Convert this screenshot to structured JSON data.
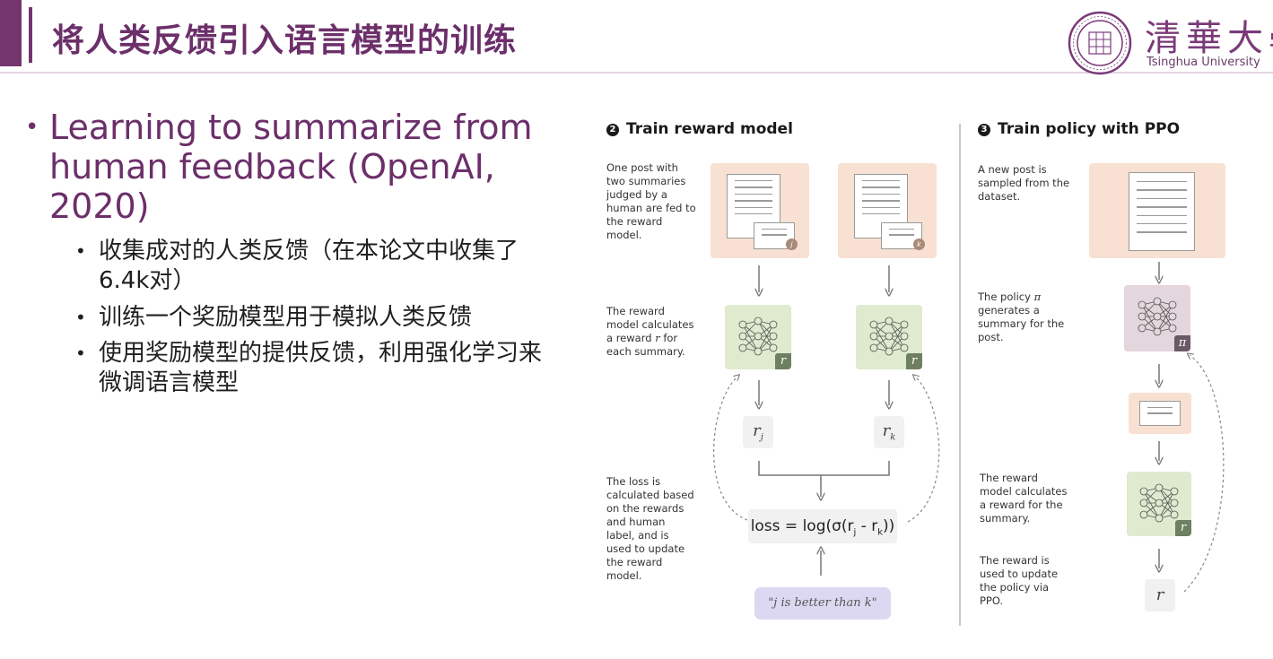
{
  "header": {
    "title": "将人类反馈引入语言模型的训练",
    "university_cn": "清華大學",
    "university_en": "Tsinghua University"
  },
  "content": {
    "main_bullet": "Learning to summarize from human feedback (OpenAI, 2020)",
    "sub_bullets": [
      "收集成对的人类反馈（在本论文中收集了6.4k对）",
      "训练一个奖励模型用于模拟人类反馈",
      "使用奖励模型的提供反馈，利用强化学习来微调语言模型"
    ]
  },
  "diagram": {
    "step2": {
      "number": "2",
      "title": "Train reward model",
      "desc_post": "One post with two summaries judged by a human are fed to the reward model.",
      "desc_reward": [
        "The reward model calculates a reward ",
        "r",
        " for each summary."
      ],
      "desc_loss": "The loss is calculated based on the rewards and human label, and is used to update the reward model.",
      "badge_j": "j",
      "badge_k": "k",
      "reward_tag": "r",
      "rj": [
        "r",
        "j"
      ],
      "rk": [
        "r",
        "k"
      ],
      "loss": "loss = log(σ(r",
      "loss_j": "j",
      "loss_mid": " - r",
      "loss_k": "k",
      "loss_end": "))",
      "human_label": "\"j is better than k\""
    },
    "step3": {
      "number": "3",
      "title": "Train policy with PPO",
      "desc_post": "A new post is sampled from the dataset.",
      "desc_policy": [
        "The policy ",
        "π",
        " generates a summary for the post."
      ],
      "desc_reward": "The reward model calculates a reward for the summary.",
      "desc_update": "The reward is used to update the policy via PPO.",
      "policy_tag": "π",
      "reward_tag": "r",
      "reward_value": "r"
    },
    "colors": {
      "accent": "#74356f",
      "doc_bg": "#f8e1d2",
      "net_green": "#dfeacf",
      "net_purple": "#e3d6dc",
      "label_bg": "#ddd8f2"
    }
  }
}
